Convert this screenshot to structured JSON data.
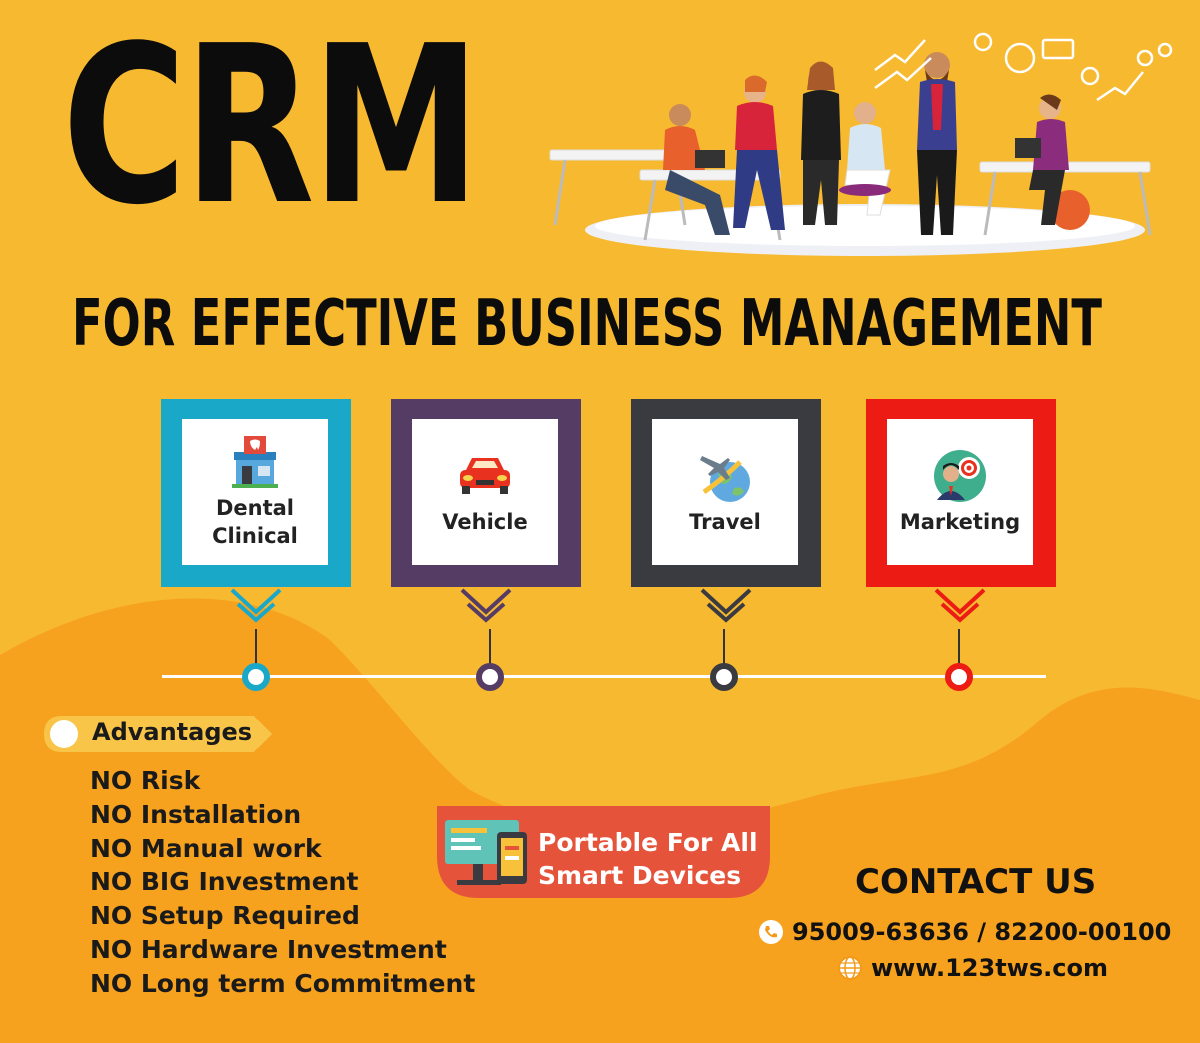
{
  "headline": {
    "title": "CRM",
    "subtitle": "FOR EFFECTIVE BUSINESS MANAGEMENT"
  },
  "illustration": {
    "icon": "team-office-illustration"
  },
  "cards": [
    {
      "label": "Dental\nClinical",
      "icon": "dental-clinic-icon",
      "color": "#1aa8c9"
    },
    {
      "label": "Vehicle",
      "icon": "car-icon",
      "color": "#553c64"
    },
    {
      "label": "Travel",
      "icon": "airplane-globe-icon",
      "color": "#3a3b41"
    },
    {
      "label": "Marketing",
      "icon": "target-businessman-icon",
      "color": "#ec1c14"
    }
  ],
  "advantages": {
    "heading": "Advantages",
    "items": [
      "NO Risk",
      "NO Installation",
      "NO Manual work",
      "NO BIG Investment",
      "NO Setup Required",
      "NO Hardware Investment",
      "NO Long term Commitment"
    ]
  },
  "portable": {
    "text": "Portable For All\nSmart Devices",
    "icon": "devices-icon",
    "color": "#e5533a"
  },
  "contact": {
    "heading": "CONTACT US",
    "phone": "95009-63636 / 82200-00100",
    "website": "www.123tws.com",
    "phone_icon": "phone-icon",
    "web_icon": "globe-icon"
  },
  "colors": {
    "background": "#f7b92f",
    "lower_wave": "#f6a21f",
    "timeline": "#ffffff"
  }
}
